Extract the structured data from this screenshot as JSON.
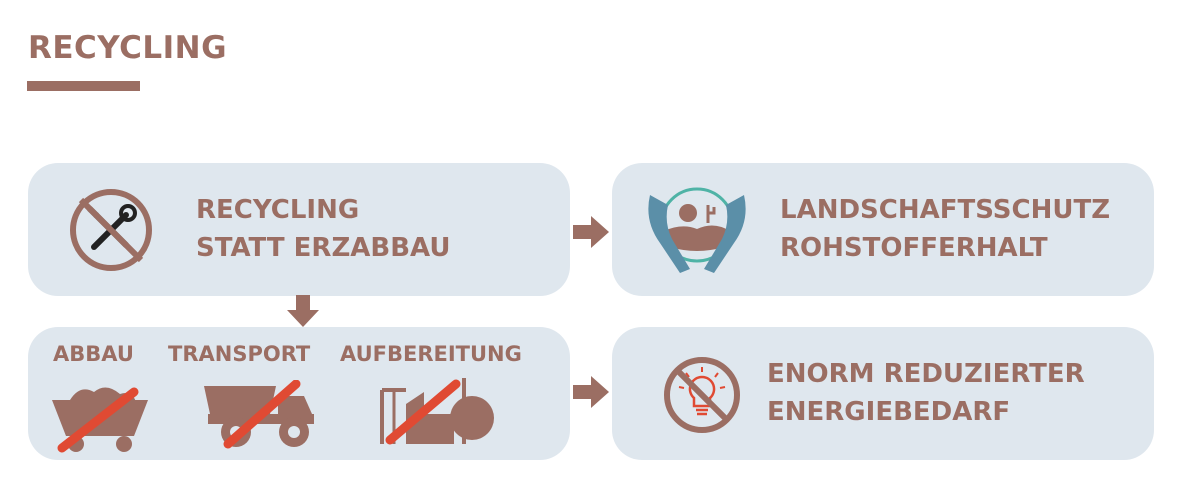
{
  "header": {
    "title": "RECYCLING"
  },
  "boxes": {
    "recycling": {
      "line1": "RECYCLING",
      "line2": "STATT ERZABBAU"
    },
    "landscape": {
      "line1": "LANDSCHAFTSSCHUTZ",
      "line2": "ROHSTOFFERHALT"
    },
    "process": {
      "labels": [
        "ABBAU",
        "TRANSPORT",
        "AUFBEREITUNG"
      ]
    },
    "energy": {
      "line1": "ENORM REDUZIERTER",
      "line2": "ENERGIEBEDARF"
    }
  },
  "colors": {
    "accent": "#9b6e63",
    "box_bg": "#dfe7ee",
    "cross": "#e04a33",
    "hands": "#5b8fa8",
    "ring": "#4fb3a6"
  },
  "icons": [
    "no-tools-icon",
    "protected-landscape-icon",
    "mine-cart-icon",
    "dump-truck-icon",
    "processing-plant-icon",
    "no-lightbulb-icon",
    "arrow-right-icon",
    "arrow-down-icon"
  ]
}
